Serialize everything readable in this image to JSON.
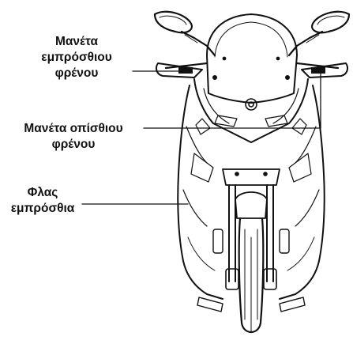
{
  "diagram": {
    "image": "scooter-front-view-line-drawing",
    "callouts": {
      "front_brake_lever": {
        "lines": [
          "Μανέτα",
          "εμπρόσθιου",
          "φρένου"
        ]
      },
      "rear_brake_lever": {
        "lines": [
          "Μανέτα οπίσθιου",
          "φρένου"
        ]
      },
      "front_turn_signal": {
        "lines": [
          "Φλας",
          "εμπρόσθια"
        ]
      }
    },
    "colors": {
      "ink": "#111111",
      "background": "#ffffff"
    }
  }
}
